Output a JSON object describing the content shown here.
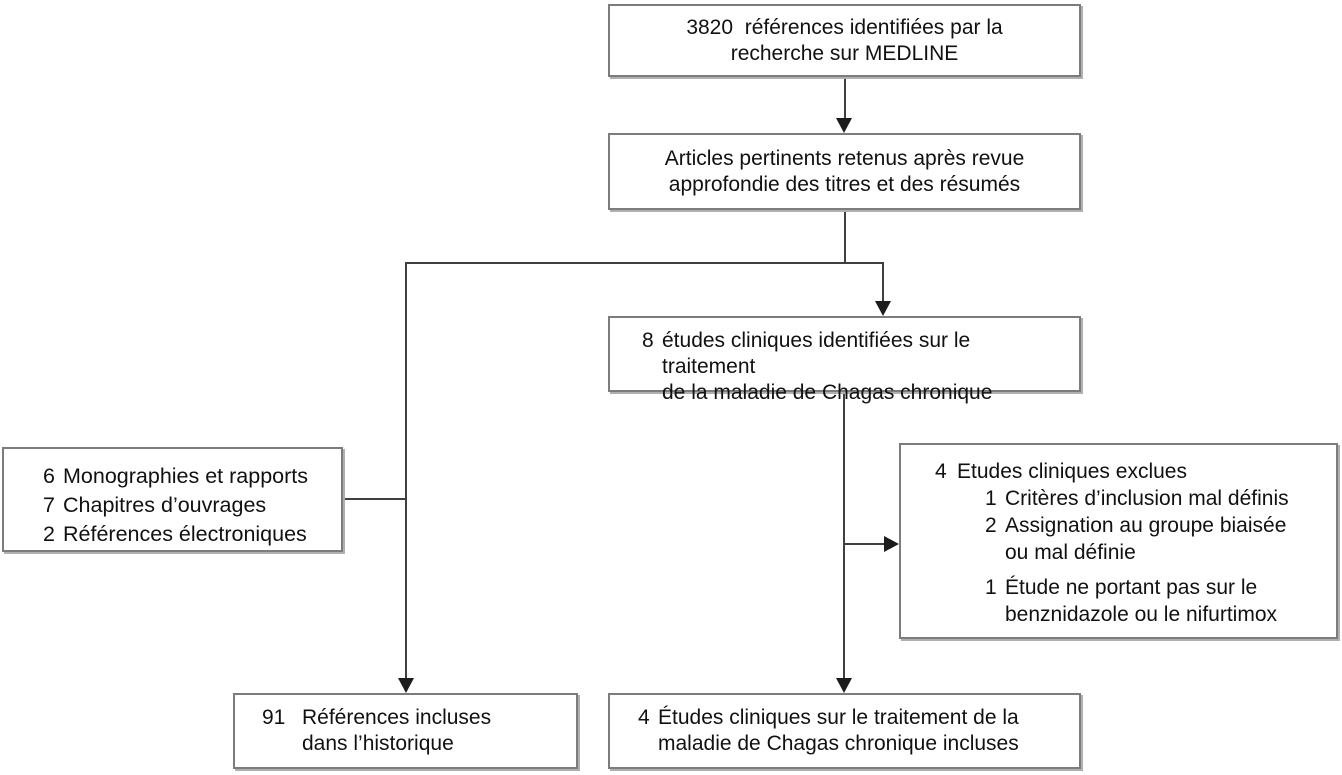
{
  "colors": {
    "background": "#ffffff",
    "box_border": "#7c7c7c",
    "connector_line": "#3f3f3f",
    "arrowhead": "#1c1c1c",
    "text": "#111111"
  },
  "boxes": {
    "medline": {
      "text": "3820  références identifiées par la\nrecherche sur MEDLINE"
    },
    "articles": {
      "text": "Articles pertinents retenus après revue\napprofondie des titres et des résumés"
    },
    "studies_identified": {
      "number": "8",
      "text": "études cliniques identifiées sur le traitement\nde la maladie de Chagas chronique"
    },
    "other_sources": {
      "items": [
        {
          "number": "6",
          "text": "Monographies et rapports"
        },
        {
          "number": "7",
          "text": "Chapitres d’ouvrages"
        },
        {
          "number": "2",
          "text": "Références électroniques"
        }
      ]
    },
    "excluded": {
      "header": {
        "number": "4",
        "text": "Etudes cliniques exclues"
      },
      "items": [
        {
          "number": "1",
          "text": "Critères d’inclusion mal définis"
        },
        {
          "number": "2",
          "text": "Assignation au groupe biaisée\nou mal définie"
        },
        {
          "number": "1",
          "text": "Étude ne portant pas sur le\nbenznidazole ou le nifurtimox"
        }
      ]
    },
    "references_included": {
      "number": "91",
      "text": "Références incluses\ndans l’historique"
    },
    "studies_included": {
      "number": "4",
      "text": "Études cliniques sur le traitement de la\nmaladie de Chagas chronique incluses"
    }
  }
}
